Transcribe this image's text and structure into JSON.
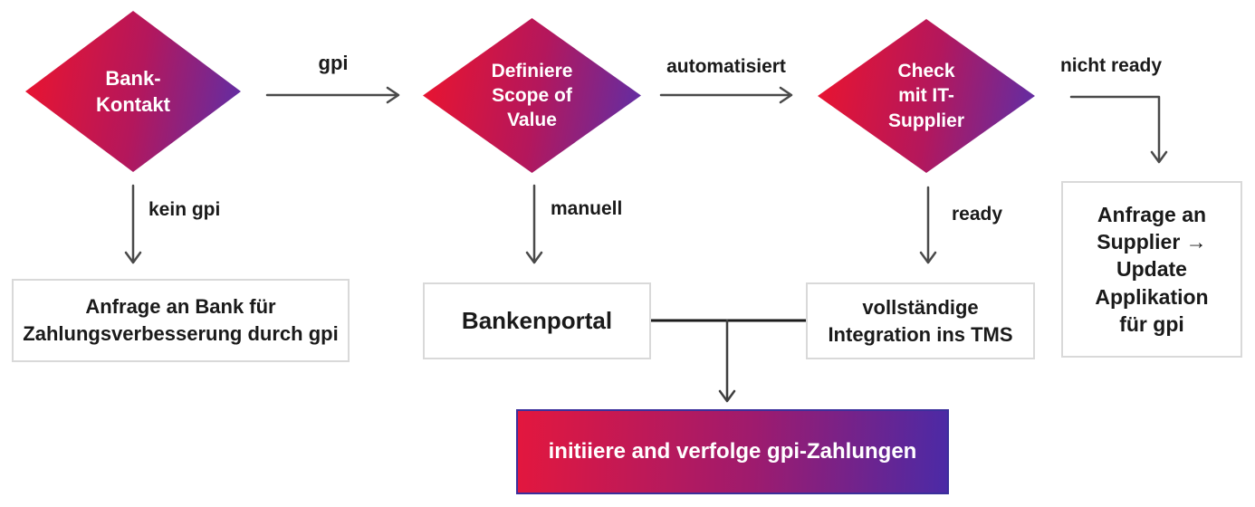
{
  "colors": {
    "diamond_grad_start": "#ea142f",
    "diamond_grad_mid": "#b4175c",
    "diamond_grad_end": "#5f2ea6",
    "bar_grad_start": "#e3173e",
    "bar_grad_mid": "#9e1b6e",
    "bar_grad_end": "#4b2aa6",
    "bar_border": "#3b2f9b",
    "arrow_gray": "#4a4a4a",
    "connector_black": "#1b1b1b",
    "box_border": "#d9d9d9",
    "text_dark": "#1a1a1a",
    "text_light": "#ffffff"
  },
  "diamonds": [
    {
      "label": "Bank-\nKontakt"
    },
    {
      "label": "Definiere\nScope of\nValue"
    },
    {
      "label": "Check\nmit IT-\nSupplier"
    }
  ],
  "edge_labels": {
    "gpi": "gpi",
    "kein_gpi": "kein gpi",
    "automatisiert": "automatisiert",
    "manuell": "manuell",
    "nicht_ready": "nicht ready",
    "ready": "ready"
  },
  "boxes": [
    {
      "label": "Anfrage an Bank für\nZahlungsverbesserung durch gpi"
    },
    {
      "label": "Bankenportal"
    },
    {
      "label": "vollständige\nIntegration ins TMS"
    },
    {
      "label": "Anfrage an\nSupplier →\nUpdate\nApplikation\nfür gpi"
    }
  ],
  "result_bar": {
    "label": "initiiere and verfolge gpi-Zahlungen"
  }
}
